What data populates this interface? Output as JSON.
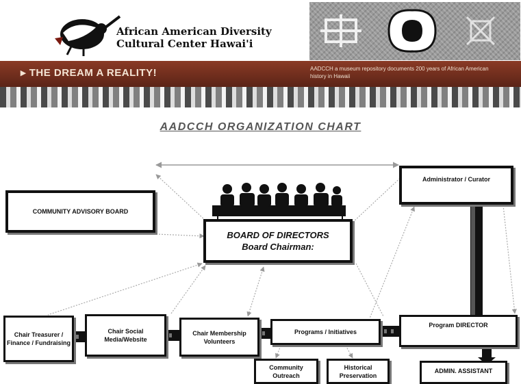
{
  "header": {
    "org_name_line1": "African American Diversity",
    "org_name_line2": "Cultural Center Hawai'i",
    "banner_title": "▸ THE DREAM A REALITY!",
    "banner_description": "AADCCH a museum repository documents 200 years of African American history in Hawaii"
  },
  "chart": {
    "title": "AADCCH ORGANIZATION CHART",
    "community_advisory_board": "COMMUNITY ADVISORY BOARD",
    "board_of_directors": "BOARD OF DIRECTORS",
    "board_chairman": "Board Chairman:",
    "administrator": "Administrator / Curator",
    "chair_treasurer": "Chair Treasurer / Finance / Fundraising",
    "chair_social": "Chair Social Media/Website",
    "chair_membership": "Chair Membership Volunteers",
    "programs": "Programs / Initiatives",
    "program_director": "Program DIRECTOR",
    "community_outreach": "Community Outreach",
    "historical_preservation": "Historical Preservation",
    "admin_assistant": "ADMIN. ASSISTANT"
  },
  "colors": {
    "banner": "#6b2a1a",
    "box_border": "#111111",
    "connector": "#999999"
  }
}
